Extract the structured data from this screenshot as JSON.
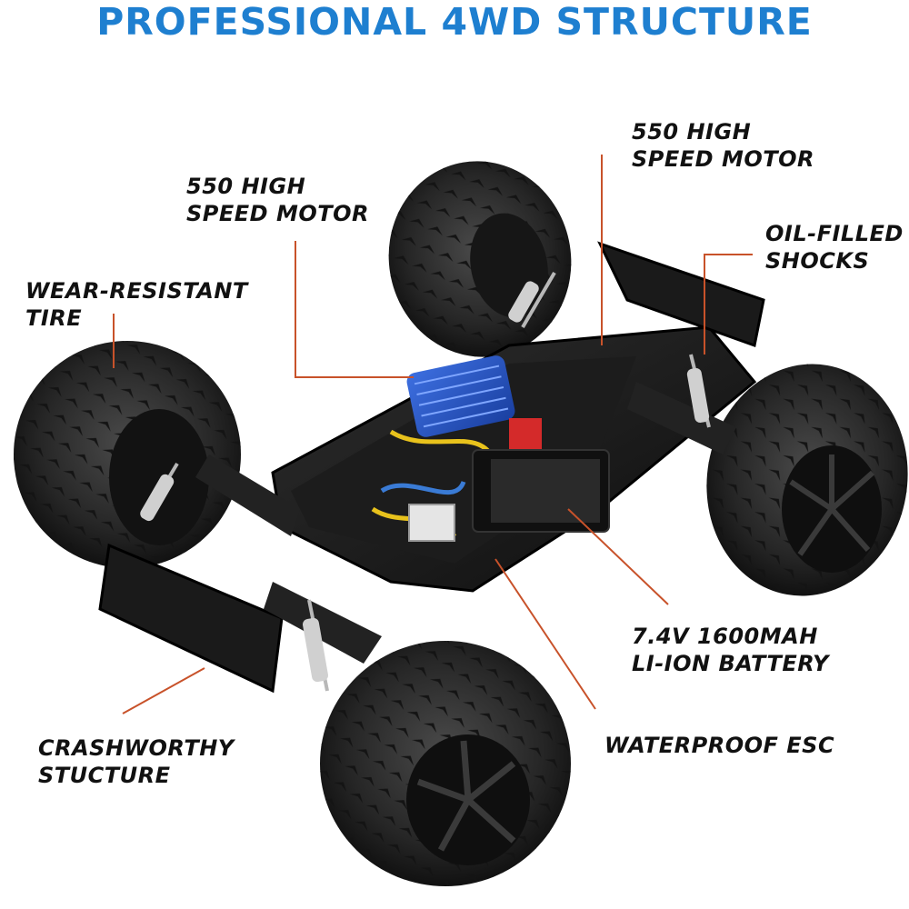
{
  "title": "PROFESSIONAL 4WD STRUCTURE",
  "colors": {
    "title": "#1e7fd0",
    "leader_line": "#c8522a",
    "label": "#111111"
  },
  "callouts": {
    "motor_left": {
      "line1": "550 HIGH",
      "line2": "SPEED MOTOR"
    },
    "motor_right": {
      "line1": "550 HIGH",
      "line2": "SPEED MOTOR"
    },
    "shocks": {
      "line1": "OIL-FILLED",
      "line2": "SHOCKS"
    },
    "tire": {
      "line1": "WEAR-RESISTANT",
      "line2": "TIRE"
    },
    "battery": {
      "line1": "7.4V 1600MAH",
      "line2": "LI-ION BATTERY"
    },
    "esc": {
      "line1": "WATERPROOF ESC"
    },
    "structure": {
      "line1": "CRASHWORTHY",
      "line2": "STUCTURE"
    }
  }
}
